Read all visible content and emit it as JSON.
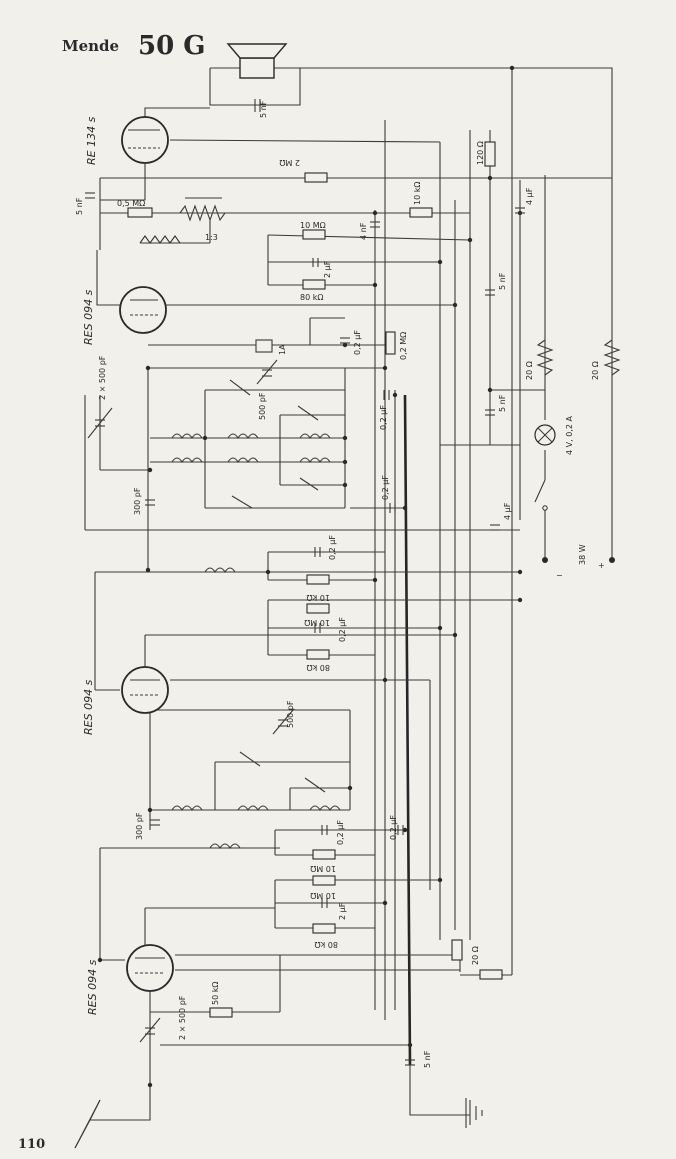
{
  "header": {
    "brand": "Mende",
    "model": "50 G"
  },
  "page_number": "110",
  "tubes": [
    "RE 134 s",
    "RES 094 s",
    "RES 094 s",
    "RES 094 s"
  ],
  "labels": {
    "c_speaker": "5 nF",
    "r_120": "120 Ω",
    "r_2m_top": "2 MΩ",
    "c_5nf_left": "5 nF",
    "r_05m": "0,5 MΩ",
    "transformer_ratio": "1:3",
    "r_10k_top": "10 kΩ",
    "c_4uf_top": "4 µF",
    "r_10m_1": "10 MΩ",
    "c_2uf_1": "2 µF",
    "r_80k_1": "80 kΩ",
    "c_4nf": "4 nF",
    "c_5nf_mid": "5 nF",
    "r_02m": "0,2 MΩ",
    "c_02uf_1": "0,2 µF",
    "c_1a": "1A",
    "c_500pf_1": "500 pF",
    "r_20_heater": "20 Ω",
    "r_20_right": "20 Ω",
    "c_5nf_lower": "5 nF",
    "lamp": "4 V, 0,2 A",
    "c_02uf_mid": "0,2 µF",
    "c_2x500pf_top": "2 × 500 pF",
    "c_300pf_1": "300 pF",
    "c_02uf_2": "0,2 µF",
    "c_4uf_mid": "4 µF",
    "power": "38 W",
    "minus": "−",
    "plus": "+",
    "c_02uf_3": "0,2 µF",
    "r_10k_2": "10 kΩ",
    "r_10m_2": "10 MΩ",
    "c_02uf_4": "0,2 µF",
    "r_80k_2": "80 kΩ",
    "c_500pf_2": "500 pF",
    "c_300pf_2": "300 pF",
    "c_02uf_5": "0,2 µF",
    "c_02uf_6": "0,2 µF",
    "r_10m_3": "10 MΩ",
    "r_10m_4": "10 MΩ",
    "c_2uf_2": "2 µF",
    "r_80k_3": "80 kΩ",
    "r_20_bias": "20 Ω",
    "r_50k": "50 kΩ",
    "c_2x500pf_bottom": "2 × 500 pF",
    "c_5nf_bottom": "5 nF"
  }
}
